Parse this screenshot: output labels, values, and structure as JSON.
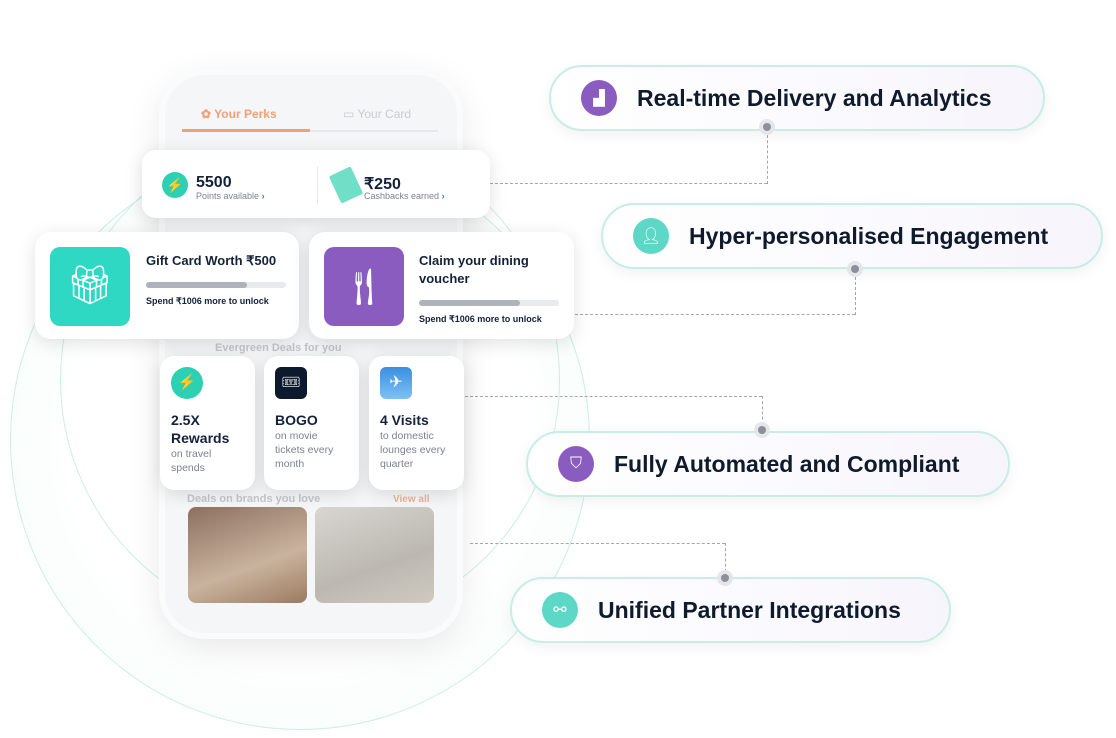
{
  "phone": {
    "tabs": [
      {
        "label": "Your Perks",
        "active": true
      },
      {
        "label": "Your Card",
        "active": false
      }
    ],
    "section_evergreen": "Evergreen Deals for you",
    "section_brands": "Deals on brands you love",
    "view_all": "View all"
  },
  "stats": {
    "points": "5500",
    "points_label": "Points available",
    "cashback": "₹250",
    "cashback_label": "Cashbacks earned"
  },
  "rewards": [
    {
      "title": "Gift Card Worth ₹500",
      "progress": 0.72,
      "note": "Spend ₹1006 more to unlock",
      "icon": "gift-icon",
      "color": "#2ed8c3"
    },
    {
      "title": "Claim your dining voucher",
      "progress": 0.72,
      "note": "Spend ₹1006 more to unlock",
      "icon": "fork-knife-icon",
      "color": "#8a5cc0"
    }
  ],
  "deals": [
    {
      "title": "2.5X Rewards",
      "sub": "on travel spends",
      "icon": "lightning-icon"
    },
    {
      "title": "BOGO",
      "sub": "on movie tickets every month",
      "icon": "ticket-icon"
    },
    {
      "title": "4 Visits",
      "sub": "to domestic lounges every quarter",
      "icon": "airplane-icon"
    }
  ],
  "features": [
    {
      "label": "Real-time Delivery and Analytics",
      "icon": "analytics-icon",
      "color": "#8a5cc0"
    },
    {
      "label": "Hyper-personalised Engagement",
      "icon": "user-icon",
      "color": "#5ed8c6"
    },
    {
      "label": "Fully Automated and Compliant",
      "icon": "shield-search-icon",
      "color": "#8a5cc0"
    },
    {
      "label": "Unified Partner Integrations",
      "icon": "plug-icon",
      "color": "#5ed8c6"
    }
  ]
}
